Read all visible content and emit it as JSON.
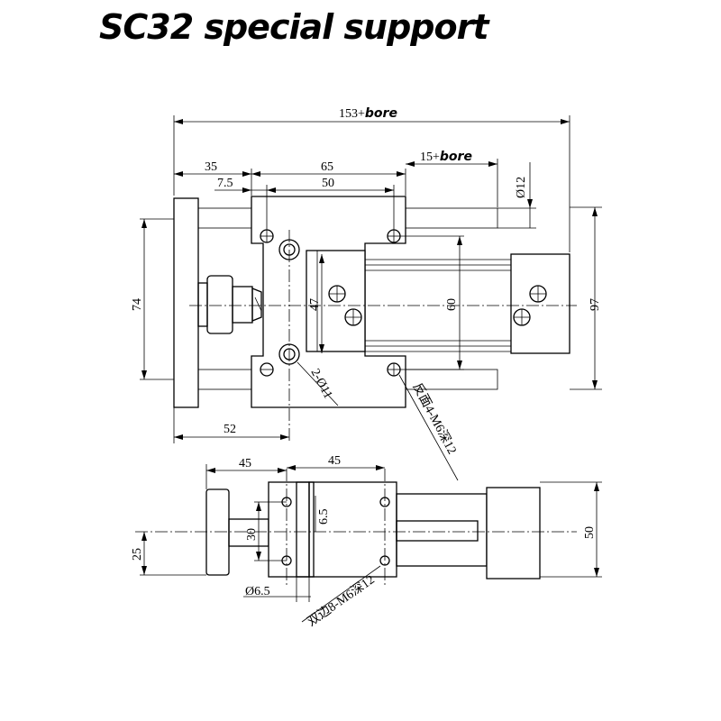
{
  "title": "SC32 special support",
  "bore_word": "bore",
  "top_view": {
    "overall_length_prefix": "153+",
    "dim_35": "35",
    "dim_7_5": "7.5",
    "dim_65": "65",
    "dim_50": "50",
    "dim_15_prefix": "15+",
    "dim_phi12": "Ø12",
    "dim_74": "74",
    "dim_47": "47",
    "dim_60": "60",
    "dim_97": "97",
    "dim_52": "52",
    "note_2phi11": "2-Ø11",
    "note_4m6": "反面4-M6深12"
  },
  "side_view": {
    "dim_45_left": "45",
    "dim_45_right": "45",
    "dim_6_5": "6.5",
    "dim_30": "30",
    "dim_25": "25",
    "dim_50": "50",
    "dim_phi6_5": "Ø6.5",
    "note_8m6": "双边8-M6深12"
  }
}
